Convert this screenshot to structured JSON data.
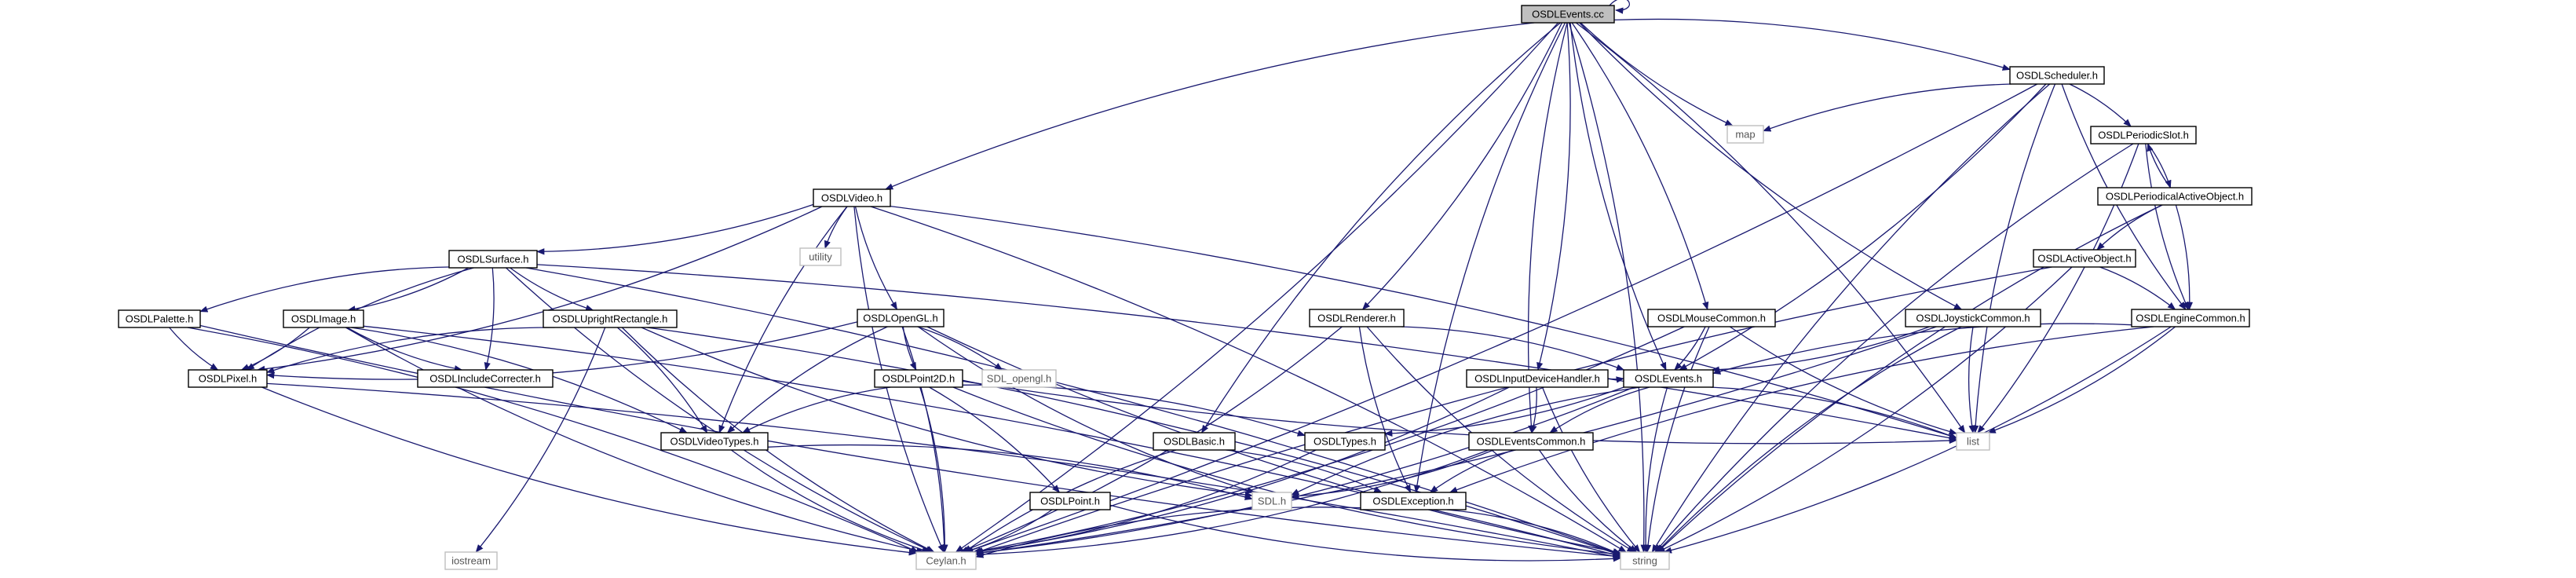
{
  "diagram": {
    "title": "",
    "colors": {
      "edge": "#191970",
      "node_border": "#000000",
      "external_border": "#bfbfbf",
      "root_fill": "#bfbfbf",
      "background": "#ffffff"
    },
    "nodes": [
      {
        "id": "root",
        "label": "OSDLEvents.cc",
        "kind": "root"
      },
      {
        "id": "video",
        "label": "OSDLVideo.h",
        "kind": "file"
      },
      {
        "id": "scheduler",
        "label": "OSDLScheduler.h",
        "kind": "file"
      },
      {
        "id": "map",
        "label": "map",
        "kind": "external"
      },
      {
        "id": "periodicslot",
        "label": "OSDLPeriodicSlot.h",
        "kind": "file"
      },
      {
        "id": "periodicalactive",
        "label": "OSDLPeriodicalActiveObject.h",
        "kind": "file"
      },
      {
        "id": "activeobject",
        "label": "OSDLActiveObject.h",
        "kind": "file"
      },
      {
        "id": "enginecommon",
        "label": "OSDLEngineCommon.h",
        "kind": "file"
      },
      {
        "id": "utility",
        "label": "utility",
        "kind": "external"
      },
      {
        "id": "surface",
        "label": "OSDLSurface.h",
        "kind": "file"
      },
      {
        "id": "opengl",
        "label": "OSDLOpenGL.h",
        "kind": "file"
      },
      {
        "id": "renderer",
        "label": "OSDLRenderer.h",
        "kind": "file"
      },
      {
        "id": "mousecommon",
        "label": "OSDLMouseCommon.h",
        "kind": "file"
      },
      {
        "id": "joystickcommon",
        "label": "OSDLJoystickCommon.h",
        "kind": "file"
      },
      {
        "id": "palette",
        "label": "OSDLPalette.h",
        "kind": "file"
      },
      {
        "id": "image",
        "label": "OSDLImage.h",
        "kind": "file"
      },
      {
        "id": "uprightrect",
        "label": "OSDLUprightRectangle.h",
        "kind": "file"
      },
      {
        "id": "pixel",
        "label": "OSDLPixel.h",
        "kind": "file"
      },
      {
        "id": "includecorrecter",
        "label": "OSDLIncludeCorrecter.h",
        "kind": "file"
      },
      {
        "id": "point2d",
        "label": "OSDLPoint2D.h",
        "kind": "file"
      },
      {
        "id": "sdlopengl",
        "label": "SDL_opengl.h",
        "kind": "external"
      },
      {
        "id": "inputdevice",
        "label": "OSDLInputDeviceHandler.h",
        "kind": "file"
      },
      {
        "id": "events_h",
        "label": "OSDLEvents.h",
        "kind": "file"
      },
      {
        "id": "videotypes",
        "label": "OSDLVideoTypes.h",
        "kind": "file"
      },
      {
        "id": "basic",
        "label": "OSDLBasic.h",
        "kind": "file"
      },
      {
        "id": "types",
        "label": "OSDLTypes.h",
        "kind": "file"
      },
      {
        "id": "eventscommon",
        "label": "OSDLEventsCommon.h",
        "kind": "file"
      },
      {
        "id": "list",
        "label": "list",
        "kind": "external"
      },
      {
        "id": "point",
        "label": "OSDLPoint.h",
        "kind": "file"
      },
      {
        "id": "sdl",
        "label": "SDL.h",
        "kind": "external"
      },
      {
        "id": "exception",
        "label": "OSDLException.h",
        "kind": "file"
      },
      {
        "id": "iostream",
        "label": "iostream",
        "kind": "external"
      },
      {
        "id": "ceylan",
        "label": "Ceylan.h",
        "kind": "external"
      },
      {
        "id": "string",
        "label": "string",
        "kind": "external"
      }
    ],
    "edges": [
      [
        "root",
        "root"
      ],
      [
        "root",
        "video"
      ],
      [
        "root",
        "scheduler"
      ],
      [
        "root",
        "map"
      ],
      [
        "root",
        "ceylan"
      ],
      [
        "root",
        "basic"
      ],
      [
        "root",
        "renderer"
      ],
      [
        "root",
        "eventscommon"
      ],
      [
        "root",
        "inputdevice"
      ],
      [
        "root",
        "events_h"
      ],
      [
        "root",
        "mousecommon"
      ],
      [
        "root",
        "joystickcommon"
      ],
      [
        "root",
        "list"
      ],
      [
        "root",
        "exception"
      ],
      [
        "root",
        "string"
      ],
      [
        "scheduler",
        "map"
      ],
      [
        "scheduler",
        "periodicslot"
      ],
      [
        "scheduler",
        "enginecommon"
      ],
      [
        "scheduler",
        "events_h"
      ],
      [
        "scheduler",
        "list"
      ],
      [
        "scheduler",
        "ceylan"
      ],
      [
        "scheduler",
        "string"
      ],
      [
        "periodicslot",
        "periodicalactive"
      ],
      [
        "periodicslot",
        "enginecommon"
      ],
      [
        "periodicslot",
        "list"
      ],
      [
        "periodicslot",
        "string"
      ],
      [
        "periodicalactive",
        "periodicslot"
      ],
      [
        "periodicalactive",
        "activeobject"
      ],
      [
        "periodicalactive",
        "enginecommon"
      ],
      [
        "periodicalactive",
        "string"
      ],
      [
        "activeobject",
        "enginecommon"
      ],
      [
        "activeobject",
        "ceylan"
      ],
      [
        "activeobject",
        "string"
      ],
      [
        "enginecommon",
        "events_h"
      ],
      [
        "enginecommon",
        "list"
      ],
      [
        "enginecommon",
        "exception"
      ],
      [
        "enginecommon",
        "string"
      ],
      [
        "video",
        "utility"
      ],
      [
        "video",
        "surface"
      ],
      [
        "video",
        "opengl"
      ],
      [
        "video",
        "pixel"
      ],
      [
        "video",
        "videotypes"
      ],
      [
        "video",
        "list"
      ],
      [
        "video",
        "ceylan"
      ],
      [
        "video",
        "string"
      ],
      [
        "surface",
        "palette"
      ],
      [
        "surface",
        "image"
      ],
      [
        "surface",
        "uprightrect"
      ],
      [
        "surface",
        "includecorrecter"
      ],
      [
        "surface",
        "pixel"
      ],
      [
        "surface",
        "list"
      ],
      [
        "surface",
        "ceylan"
      ],
      [
        "surface",
        "string"
      ],
      [
        "palette",
        "pixel"
      ],
      [
        "palette",
        "ceylan"
      ],
      [
        "palette",
        "string"
      ],
      [
        "image",
        "pixel"
      ],
      [
        "image",
        "includecorrecter"
      ],
      [
        "image",
        "videotypes"
      ],
      [
        "image",
        "ceylan"
      ],
      [
        "image",
        "string"
      ],
      [
        "uprightrect",
        "pixel"
      ],
      [
        "uprightrect",
        "videotypes"
      ],
      [
        "uprightrect",
        "sdl"
      ],
      [
        "uprightrect",
        "iostream"
      ],
      [
        "uprightrect",
        "ceylan"
      ],
      [
        "uprightrect",
        "string"
      ],
      [
        "pixel",
        "ceylan"
      ],
      [
        "pixel",
        "string"
      ],
      [
        "opengl",
        "point2d"
      ],
      [
        "opengl",
        "sdlopengl"
      ],
      [
        "opengl",
        "videotypes"
      ],
      [
        "opengl",
        "pixel"
      ],
      [
        "opengl",
        "sdl"
      ],
      [
        "opengl",
        "ceylan"
      ],
      [
        "opengl",
        "string"
      ],
      [
        "point2d",
        "point"
      ],
      [
        "point2d",
        "videotypes"
      ],
      [
        "point2d",
        "types"
      ],
      [
        "point2d",
        "list"
      ],
      [
        "point2d",
        "ceylan"
      ],
      [
        "point2d",
        "string"
      ],
      [
        "point",
        "ceylan"
      ],
      [
        "point",
        "string"
      ],
      [
        "videotypes",
        "sdl"
      ],
      [
        "videotypes",
        "ceylan"
      ],
      [
        "renderer",
        "events_h"
      ],
      [
        "renderer",
        "exception"
      ],
      [
        "renderer",
        "ceylan"
      ],
      [
        "renderer",
        "string"
      ],
      [
        "mousecommon",
        "events_h"
      ],
      [
        "mousecommon",
        "list"
      ],
      [
        "mousecommon",
        "ceylan"
      ],
      [
        "mousecommon",
        "string"
      ],
      [
        "joystickcommon",
        "events_h"
      ],
      [
        "joystickcommon",
        "list"
      ],
      [
        "joystickcommon",
        "ceylan"
      ],
      [
        "joystickcommon",
        "string"
      ],
      [
        "inputdevice",
        "eventscommon"
      ],
      [
        "inputdevice",
        "events_h"
      ],
      [
        "inputdevice",
        "ceylan"
      ],
      [
        "inputdevice",
        "string"
      ],
      [
        "events_h",
        "types"
      ],
      [
        "events_h",
        "eventscommon"
      ],
      [
        "events_h",
        "list"
      ],
      [
        "events_h",
        "sdl"
      ],
      [
        "events_h",
        "ceylan"
      ],
      [
        "events_h",
        "string"
      ],
      [
        "eventscommon",
        "sdl"
      ],
      [
        "eventscommon",
        "exception"
      ],
      [
        "eventscommon",
        "ceylan"
      ],
      [
        "eventscommon",
        "string"
      ],
      [
        "basic",
        "exception"
      ],
      [
        "basic",
        "ceylan"
      ],
      [
        "types",
        "ceylan"
      ],
      [
        "exception",
        "ceylan"
      ],
      [
        "exception",
        "string"
      ]
    ]
  }
}
